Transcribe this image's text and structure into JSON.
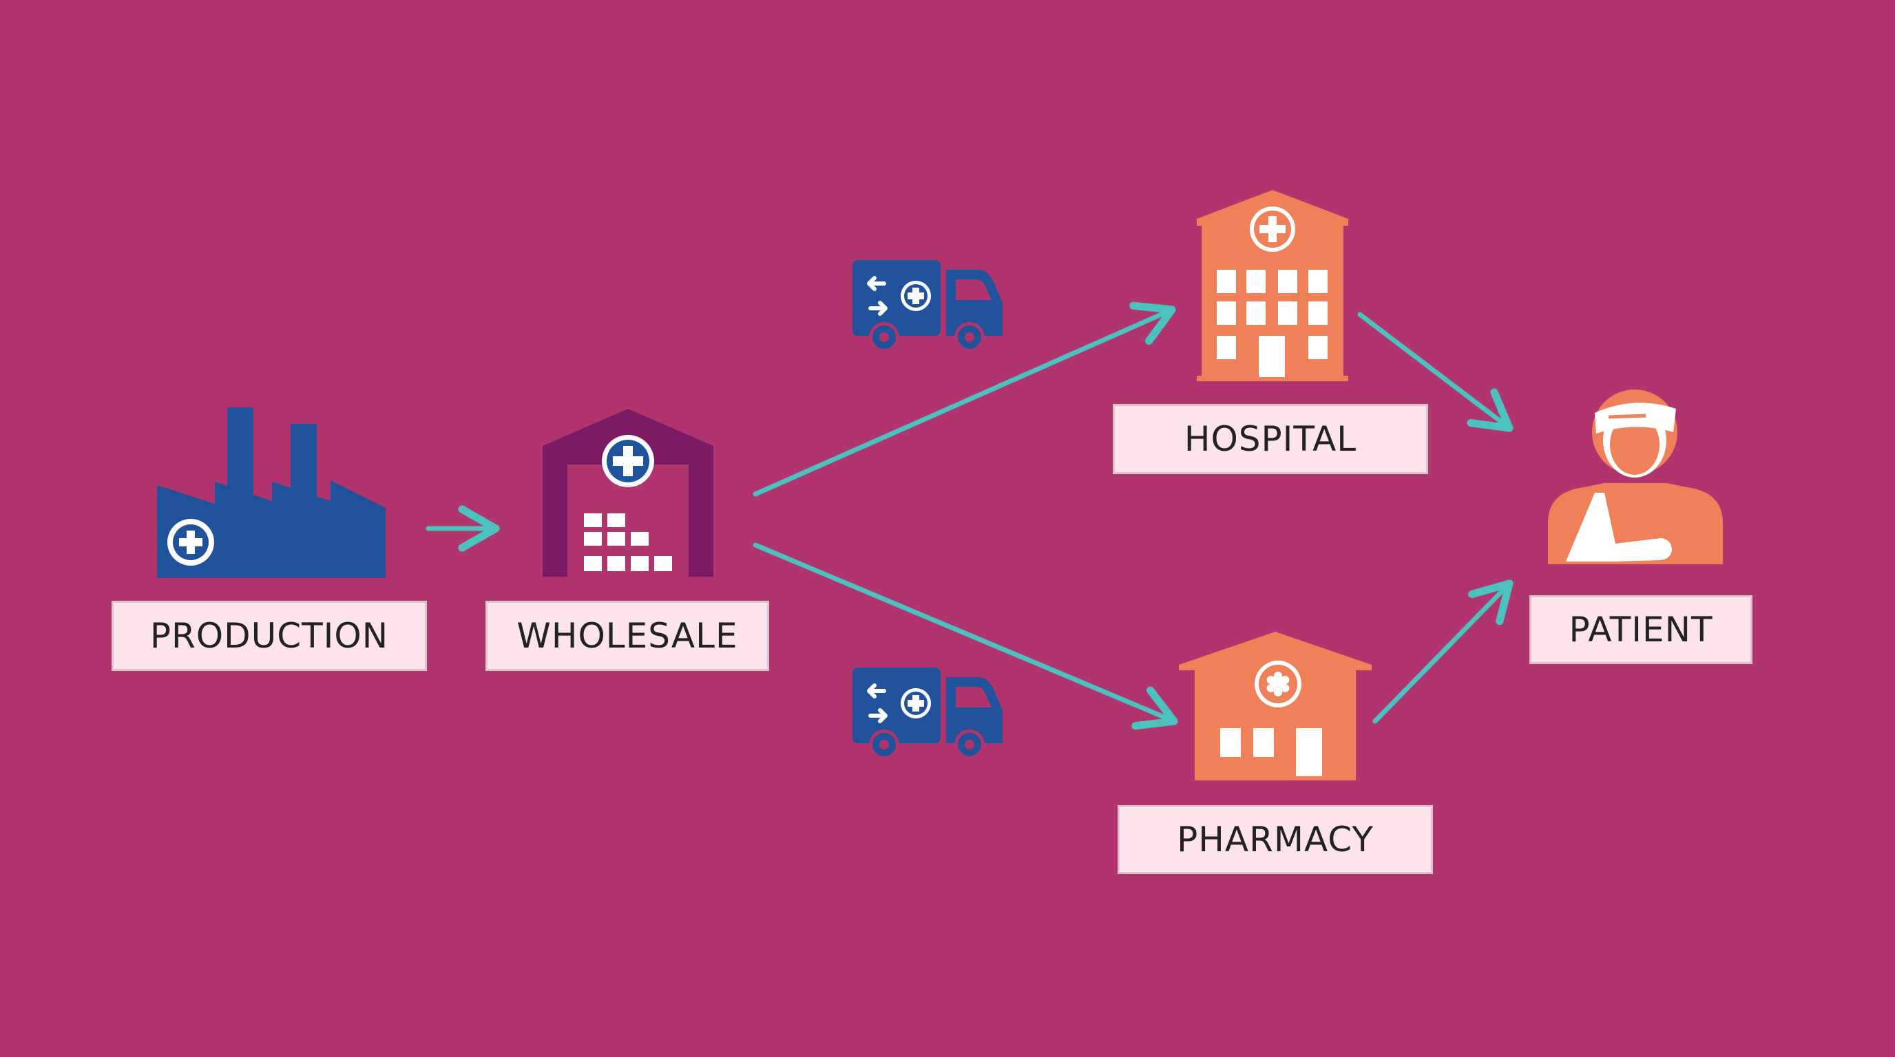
{
  "colors": {
    "background": "#b0346d",
    "arrow": "#4cc2bd",
    "blue": "#1f529a",
    "purple": "#7d1a64",
    "orange": "#ee8159",
    "label_bg": "#fde3ec"
  },
  "nodes": {
    "production": {
      "label": "PRODUCTION",
      "icon": "factory-icon"
    },
    "wholesale": {
      "label": "WHOLESALE",
      "icon": "warehouse-icon"
    },
    "hospital": {
      "label": "HOSPITAL",
      "icon": "hospital-icon"
    },
    "pharmacy": {
      "label": "PHARMACY",
      "icon": "pharmacy-icon"
    },
    "patient": {
      "label": "PATIENT",
      "icon": "patient-icon"
    }
  },
  "transport": [
    {
      "icon": "delivery-truck-icon",
      "route": "wholesale-hospital"
    },
    {
      "icon": "delivery-truck-icon",
      "route": "wholesale-pharmacy"
    }
  ],
  "edges": [
    {
      "from": "production",
      "to": "wholesale"
    },
    {
      "from": "wholesale",
      "to": "hospital"
    },
    {
      "from": "wholesale",
      "to": "pharmacy"
    },
    {
      "from": "hospital",
      "to": "patient"
    },
    {
      "from": "pharmacy",
      "to": "patient"
    }
  ]
}
